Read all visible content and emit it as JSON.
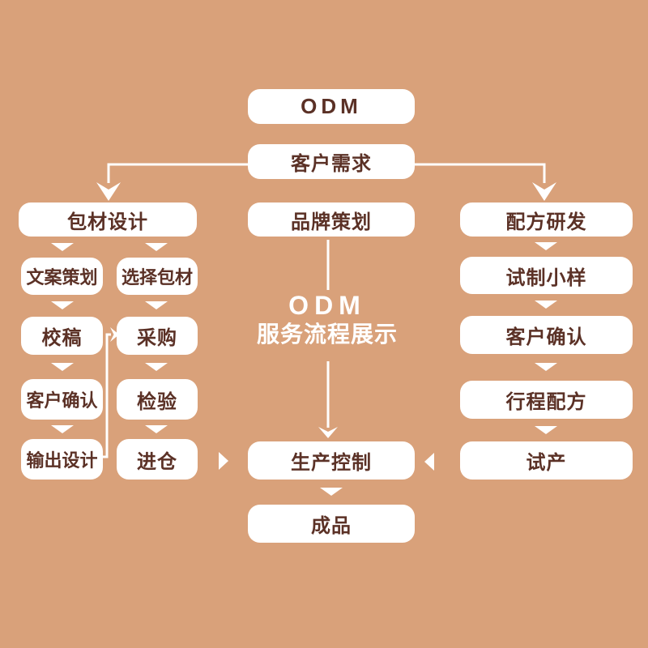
{
  "colors": {
    "background": "#d9a17a",
    "box": "#ffffff",
    "text": "#5b3126",
    "connector": "#ffffff"
  },
  "title": {
    "line1": "ODM",
    "line2": "服务流程展示"
  },
  "nodes": {
    "odm": "ODM",
    "customer_demand": "客户需求",
    "packaging_design": "包材设计",
    "brand_planning": "品牌策划",
    "formula_rd": "配方研发",
    "copywriting": "文案策划",
    "select_packaging": "选择包材",
    "trial_sample": "试制小样",
    "proofreading": "校稿",
    "procurement": "采购",
    "customer_confirm_right": "客户确认",
    "customer_confirm_left": "客户确认",
    "inspection": "检验",
    "form_formula": "行程配方",
    "output_design": "输出设计",
    "warehousing": "进仓",
    "production_control": "生产控制",
    "trial_production": "试产",
    "finished_product": "成品"
  },
  "edges": [
    {
      "from": "客户需求",
      "to": "包材设计"
    },
    {
      "from": "客户需求",
      "to": "配方研发"
    },
    {
      "from": "包材设计",
      "to": "文案策划"
    },
    {
      "from": "包材设计",
      "to": "选择包材"
    },
    {
      "from": "文案策划",
      "to": "校稿"
    },
    {
      "from": "校稿",
      "to": "客户确认"
    },
    {
      "from": "客户确认",
      "to": "输出设计"
    },
    {
      "from": "输出设计",
      "to": "采购"
    },
    {
      "from": "选择包材",
      "to": "采购"
    },
    {
      "from": "采购",
      "to": "检验"
    },
    {
      "from": "检验",
      "to": "进仓"
    },
    {
      "from": "进仓",
      "to": "生产控制"
    },
    {
      "from": "品牌策划",
      "to": "生产控制"
    },
    {
      "from": "配方研发",
      "to": "试制小样"
    },
    {
      "from": "试制小样",
      "to": "客户确认"
    },
    {
      "from": "客户确认",
      "to": "行程配方"
    },
    {
      "from": "行程配方",
      "to": "试产"
    },
    {
      "from": "试产",
      "to": "生产控制"
    },
    {
      "from": "生产控制",
      "to": "成品"
    }
  ]
}
